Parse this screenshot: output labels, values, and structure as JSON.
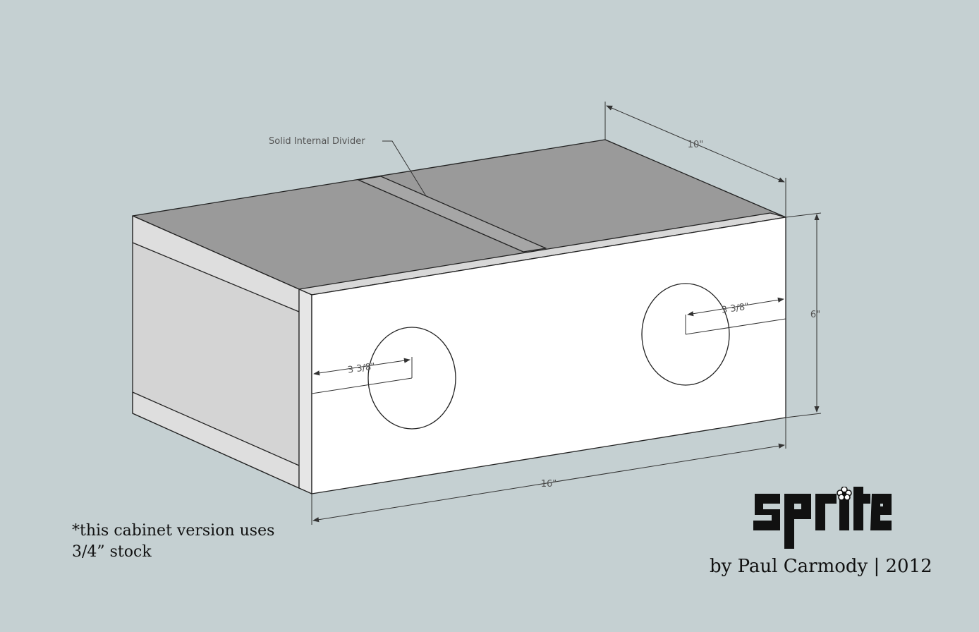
{
  "annotations": {
    "divider_label": "Solid Internal Divider",
    "depth": "10\"",
    "height": "6\"",
    "width": "16\"",
    "hole_offset_left": "3 3/8\"",
    "hole_offset_right": "3 3/8\""
  },
  "note": {
    "line1": "*this cabinet version uses",
    "line2": "3/4” stock"
  },
  "logo": {
    "wordmark": "SPRITE",
    "icon": "flower-icon"
  },
  "byline": "by Paul Carmody | 2012",
  "colors": {
    "background": "#c5d0d2",
    "top_panel": "#9a9a9a",
    "front_panel": "#ffffff",
    "side_panel": "#d4d4d4",
    "edge": "#e6e6e6"
  }
}
